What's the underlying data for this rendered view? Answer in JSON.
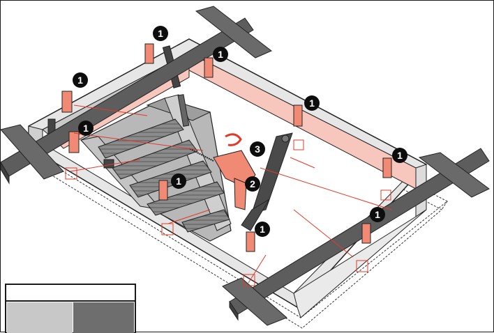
{
  "colors": {
    "frame": "#c9c9c9",
    "beam": "#5d5d5d",
    "beam_dark": "#3f3f3f",
    "strip": "#f7c6bc",
    "bracket": "#f08a74",
    "red_line": "#e03b28",
    "badge": "#0d0d0d",
    "swatch_light": "#c8c8c8",
    "swatch_dark": "#6e6e6e"
  },
  "steps": {
    "fasten": "1",
    "arm": "2",
    "drill": "3"
  },
  "legend": {
    "swatches": [
      "swatch-light",
      "swatch-dark"
    ]
  }
}
